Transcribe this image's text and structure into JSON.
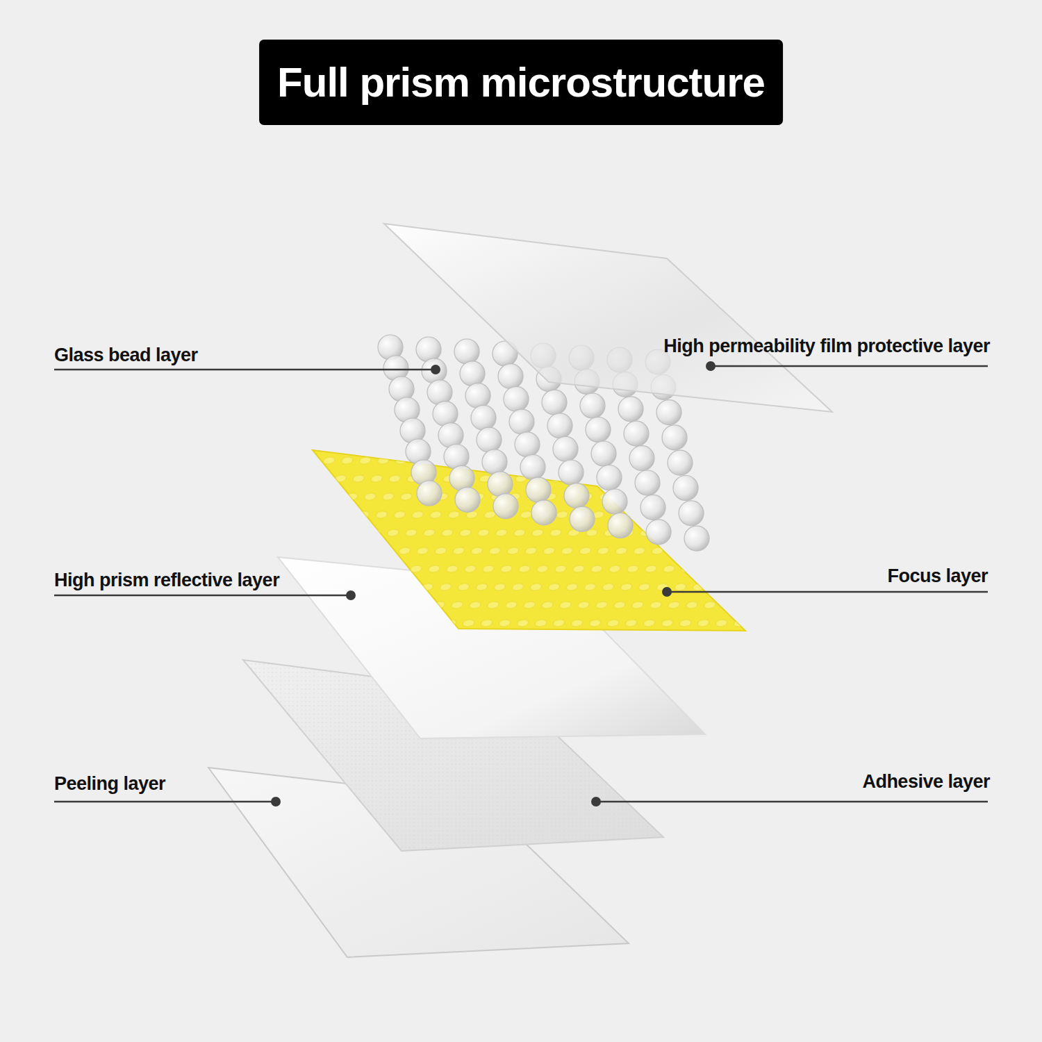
{
  "diagram": {
    "title": "Full prism microstructure",
    "labels": [
      "Glass bead layer",
      "High permeability film protective layer",
      "High prism reflective layer",
      "Focus layer",
      "Peeling layer",
      "Adhesive layer"
    ]
  }
}
